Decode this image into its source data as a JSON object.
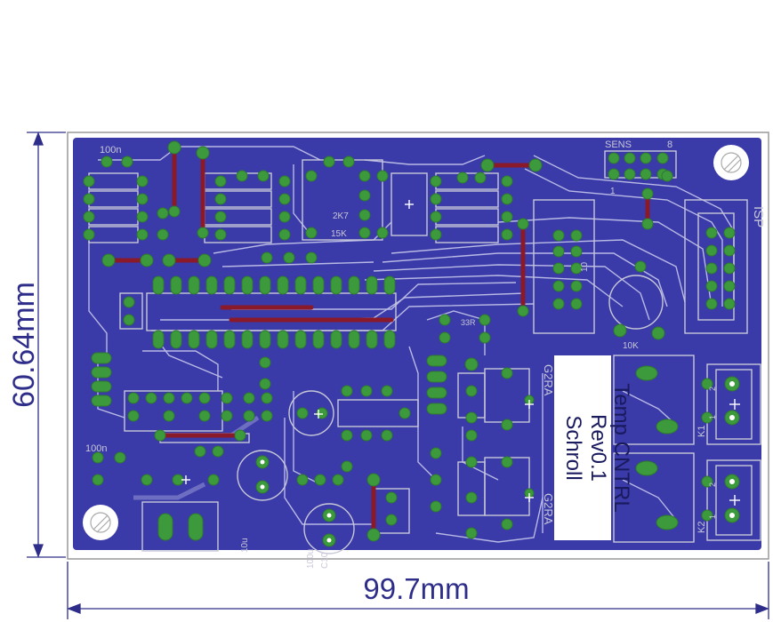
{
  "dimensions": {
    "height_label": "60.64mm",
    "width_label": "99.7mm"
  },
  "silkscreen": {
    "sens": "SENS",
    "pin_8": "8",
    "pin_1": "1",
    "isp": "ISP",
    "cap_100n_top": "100n",
    "cap_100n_left": "100n",
    "r_15k": "15K",
    "r_2k7": "2K7",
    "r_10k": "10K",
    "r_33r": "33R",
    "cap_10u": "10u",
    "cap_100u": "100u",
    "c10": "C10",
    "ic_10": "10",
    "relay_k1": "K1",
    "relay_k2": "K2",
    "g2ra_top": "G2RA",
    "g2ra_bottom": "G2RA",
    "term_1a": "1",
    "term_2a": "2",
    "term_1b": "1",
    "term_2b": "2"
  },
  "board_label": {
    "line1": "Temp CNTRL",
    "line2": "Rev0.1",
    "line3": "Schroll"
  },
  "colors": {
    "board": "#3a3aa8",
    "copper": "#5555d0",
    "pad": "#3c9a3c",
    "via_trace": "#8a1a2a",
    "silk": "#c8c8d8",
    "dimension": "#2e2e8a"
  }
}
